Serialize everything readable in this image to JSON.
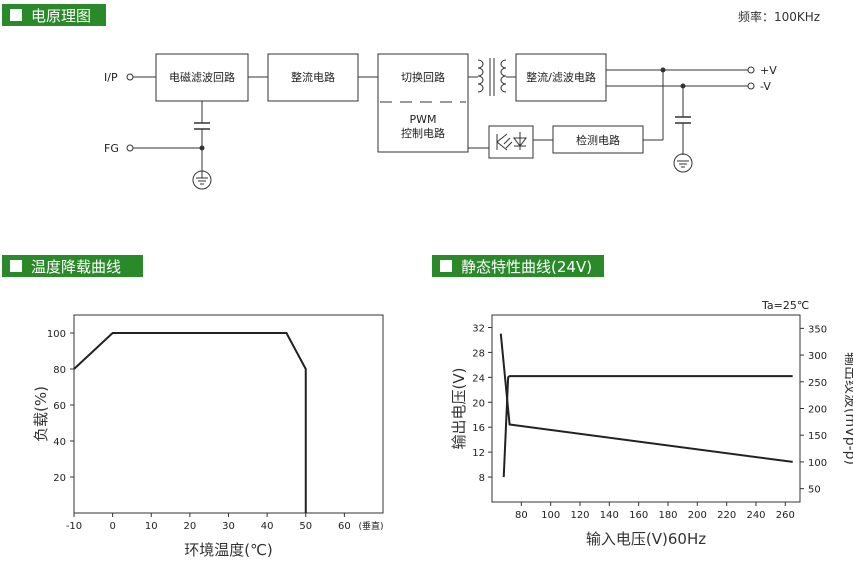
{
  "sections": {
    "schematic": "电原理图",
    "derating": "温度降载曲线",
    "static": "静态特性曲线(24V)"
  },
  "frequency": "频率：100KHz",
  "schematic": {
    "ip": "I/P",
    "fg": "FG",
    "emi": "电磁滤波回路",
    "rect": "整流电路",
    "switch": "切换回路",
    "pwm1": "PWM",
    "pwm2": "控制电路",
    "outrect": "整流/滤波电路",
    "detect": "检测电路",
    "vplus": "+V",
    "vminus": "-V"
  },
  "chart_data": [
    {
      "type": "line",
      "xlabel": "环境温度(℃)",
      "ylabel": "负载(%)",
      "xunit_note": "(垂直)",
      "xticks": [
        "-10",
        "0",
        "10",
        "20",
        "30",
        "40",
        "50",
        "60"
      ],
      "yticks": [
        "20",
        "40",
        "60",
        "80",
        "100"
      ],
      "xlim": [
        -10,
        70
      ],
      "ylim": [
        0,
        110
      ],
      "series": [
        {
          "x": [
            -10,
            0,
            45,
            50,
            50
          ],
          "y": [
            80,
            100,
            100,
            80,
            0
          ]
        }
      ]
    },
    {
      "type": "line",
      "annotation": "Ta=25℃",
      "xlabel": "输入电压(V)60Hz",
      "ylabel_left": "输出电压(V)",
      "ylabel_right": "输出纹波(mVp-p)",
      "xticks": [
        "80",
        "100",
        "120",
        "140",
        "160",
        "180",
        "200",
        "220",
        "240",
        "260"
      ],
      "yticks_left": [
        "8",
        "12",
        "16",
        "20",
        "24",
        "28",
        "32"
      ],
      "yticks_right": [
        "50",
        "100",
        "150",
        "200",
        "250",
        "300",
        "350"
      ],
      "xlim": [
        60,
        270
      ],
      "ylim_left": [
        4,
        34
      ],
      "ylim_right": [
        25,
        375
      ],
      "series": [
        {
          "axis": "left",
          "x": [
            68,
            71,
            72,
            265
          ],
          "y": [
            8,
            24,
            24.2,
            24.2
          ]
        },
        {
          "axis": "right",
          "x": [
            66,
            72,
            265
          ],
          "y": [
            340,
            170,
            100
          ]
        }
      ]
    }
  ]
}
